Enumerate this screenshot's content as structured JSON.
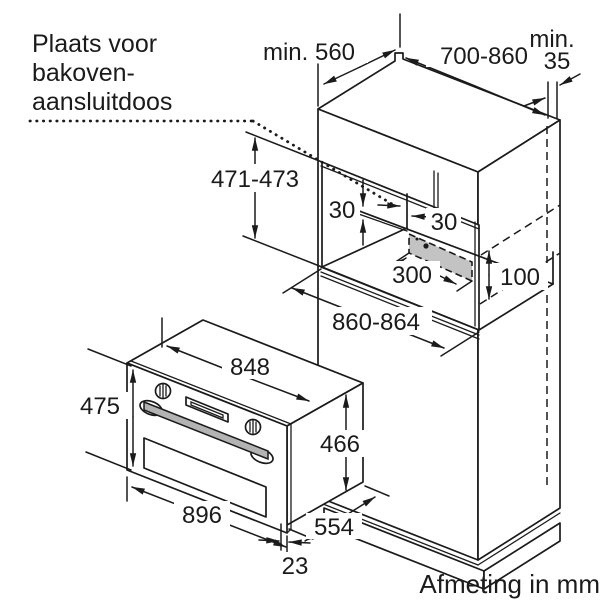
{
  "note": {
    "line1": "Plaats voor",
    "line2": "bakoven-",
    "line3": "aansluitdoos"
  },
  "dimensions": {
    "cabinet_depth": "min. 560",
    "top_width_range": "700-860",
    "rear_gap_label": "min.",
    "rear_gap_value": "35",
    "niche_height": "471-473",
    "offset_top": "30",
    "offset_side": "30",
    "junction_zone_width": "300",
    "junction_zone_height": "100",
    "niche_width": "860-864",
    "oven_cutout_width": "848",
    "oven_front_height": "475",
    "oven_body_height": "466",
    "oven_width": "896",
    "oven_depth": "554",
    "door_overhang": "23"
  },
  "footer": {
    "units_note": "Afmeting in mm"
  },
  "colors": {
    "line": "#1b1b1b",
    "junction_box_fill": "#c3c3c3",
    "handle_fill": "#b3b3b3",
    "background": "#ffffff"
  }
}
